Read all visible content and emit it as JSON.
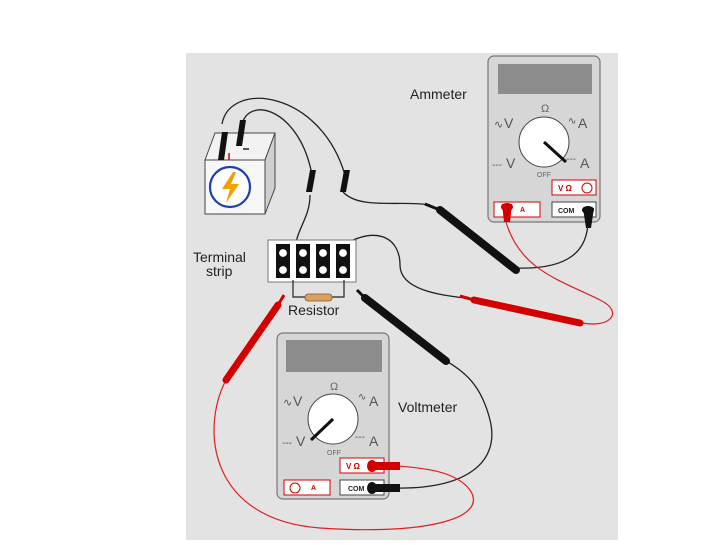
{
  "labels": {
    "ammeter": "Ammeter",
    "voltmeter": "Voltmeter",
    "terminal_strip_line1": "Terminal",
    "terminal_strip_line2": "strip",
    "resistor": "Resistor"
  },
  "meter_markings": {
    "ohm": "Ω",
    "ac_volts": "V",
    "ac_amps": "A",
    "dc_volts": "V",
    "dc_amps": "A",
    "off": "OFF",
    "jack_a": "A",
    "jack_vohm": "V Ω",
    "jack_com": "COM"
  },
  "colors": {
    "panel_bg": "#e3e3e3",
    "meter_body": "#d6d6d6",
    "display": "#8c8c8c",
    "red_lead": "#d40000",
    "black_lead": "#111111",
    "battery_symbol_ring": "#1a3fb0",
    "battery_symbol_bolt": "#f0a000"
  }
}
